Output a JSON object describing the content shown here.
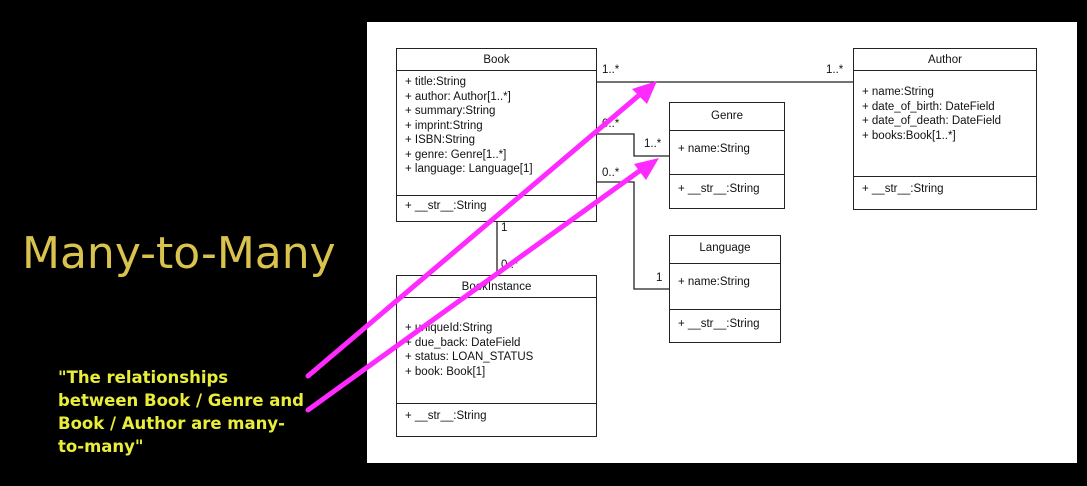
{
  "slide": {
    "title": "Many-to-Many",
    "callout": [
      "\"The relationships",
      "between Book / Genre and",
      "Book / Author are many-",
      "to-many\""
    ]
  },
  "diagram": {
    "classes": {
      "book": {
        "name": "Book",
        "attrs": [
          "+ title:String",
          "+ author: Author[1..*]",
          "+ summary:String",
          "+ imprint:String",
          "+ ISBN:String",
          "+ genre: Genre[1..*]",
          "+ language: Language[1]"
        ],
        "methods": [
          "+ __str__:String"
        ]
      },
      "author": {
        "name": "Author",
        "attrs": [
          "+ name:String",
          "+ date_of_birth: DateField",
          "+ date_of_death: DateField",
          "+ books:Book[1..*]"
        ],
        "methods": [
          "+ __str__:String"
        ]
      },
      "genre": {
        "name": "Genre",
        "attrs": [
          "+ name:String"
        ],
        "methods": [
          "+ __str__:String"
        ]
      },
      "language": {
        "name": "Language",
        "attrs": [
          "+ name:String"
        ],
        "methods": [
          "+ __str__:String"
        ]
      },
      "bookinstance": {
        "name": "BookInstance",
        "attrs": [
          "+ uniqueId:String",
          "+ due_back: DateField",
          "+ status: LOAN_STATUS",
          "+ book: Book[1]"
        ],
        "methods": [
          "+ __str__:String"
        ]
      }
    },
    "multiplicities": {
      "book_author_src": "1..*",
      "book_author_dst": "1..*",
      "book_genre_src": "0..*",
      "book_genre_dst": "1..*",
      "book_language_src": "0..*",
      "book_language_dst": "1",
      "book_instance_src": "1",
      "book_instance_dst": "0..*"
    },
    "colors": {
      "arrow": "#ff2aff",
      "title": "#d9c34e",
      "callout": "#e8ee3a"
    }
  }
}
